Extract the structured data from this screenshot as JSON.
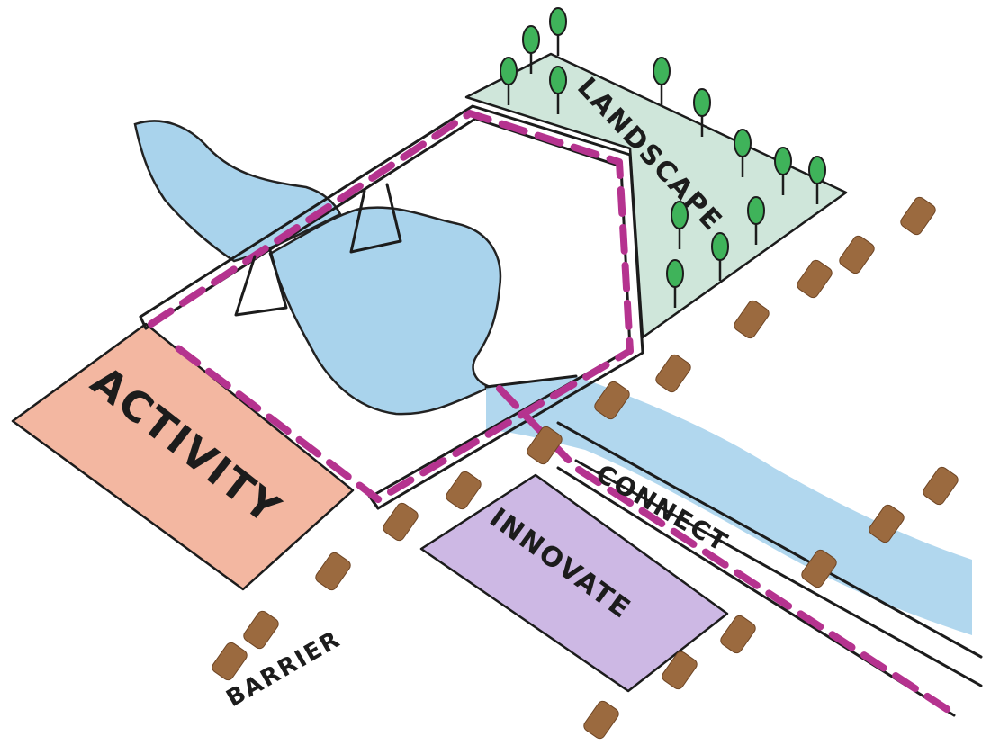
{
  "labels": {
    "landscape": "LANDSCAPE",
    "activity": "ACTIVITY",
    "innovate": "INNOVATE",
    "connect": "CONNECT",
    "barrier": "BARRIER"
  },
  "colors": {
    "landscape_fill": "#cfe6da",
    "activity_fill": "#f3b7a1",
    "innovate_fill": "#cdb8e4",
    "water": "#a9d3ec",
    "path_dash": "#b5338f",
    "barrier_posts": "#9b6a3f",
    "tree_green": "#3fb35a"
  },
  "icons": [
    "tree-icon",
    "barrier-post-icon",
    "bridge-pier-icon"
  ]
}
